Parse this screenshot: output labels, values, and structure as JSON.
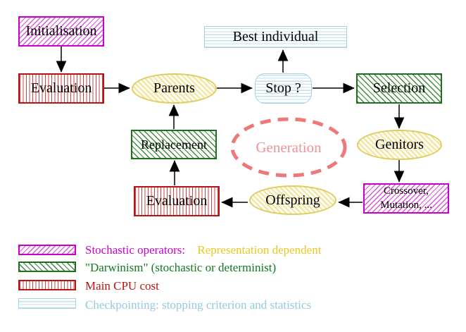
{
  "nodes": {
    "initialisation": "Initialisation",
    "evaluation_top": "Evaluation",
    "parents": "Parents",
    "best_individual": "Best individual",
    "stop": "Stop ?",
    "selection": "Selection",
    "genitors": "Genitors",
    "crossover_line1": "Crossover,",
    "crossover_line2": "Mutation, ...",
    "offspring": "Offspring",
    "evaluation_bottom": "Evaluation",
    "replacement": "Replacement",
    "generation": "Generation"
  },
  "legend": {
    "items": [
      {
        "swatch": "magenta-diagonal-hatch",
        "parts": [
          {
            "text": "Stochastic operators:",
            "color": "#cc00cc"
          },
          {
            "text": "Representation dependent",
            "color": "#edc721"
          }
        ]
      },
      {
        "swatch": "green-diagonal-hatch",
        "parts": [
          {
            "text": "\"Darwinism\" (stochastic or determinist)",
            "color": "#117a1e"
          }
        ]
      },
      {
        "swatch": "red-vertical-stripes",
        "parts": [
          {
            "text": "Main CPU cost",
            "color": "#bb1111"
          }
        ]
      },
      {
        "swatch": "cyan-horizontal-stripes",
        "parts": [
          {
            "text": "Checkpointing: stopping criterion and statistics",
            "color": "#96c8e0"
          }
        ]
      }
    ]
  },
  "palette": {
    "magenta": "#c800c8",
    "red": "#b81414",
    "green": "#1e6e1e",
    "yellow_border": "#e0cd62",
    "yellow_fill": "#f0e59e",
    "cyan": "#a5d1e3",
    "salmon_dashed": "#ee7878",
    "generation_text": "#ef9494",
    "arrow": "#000000"
  }
}
